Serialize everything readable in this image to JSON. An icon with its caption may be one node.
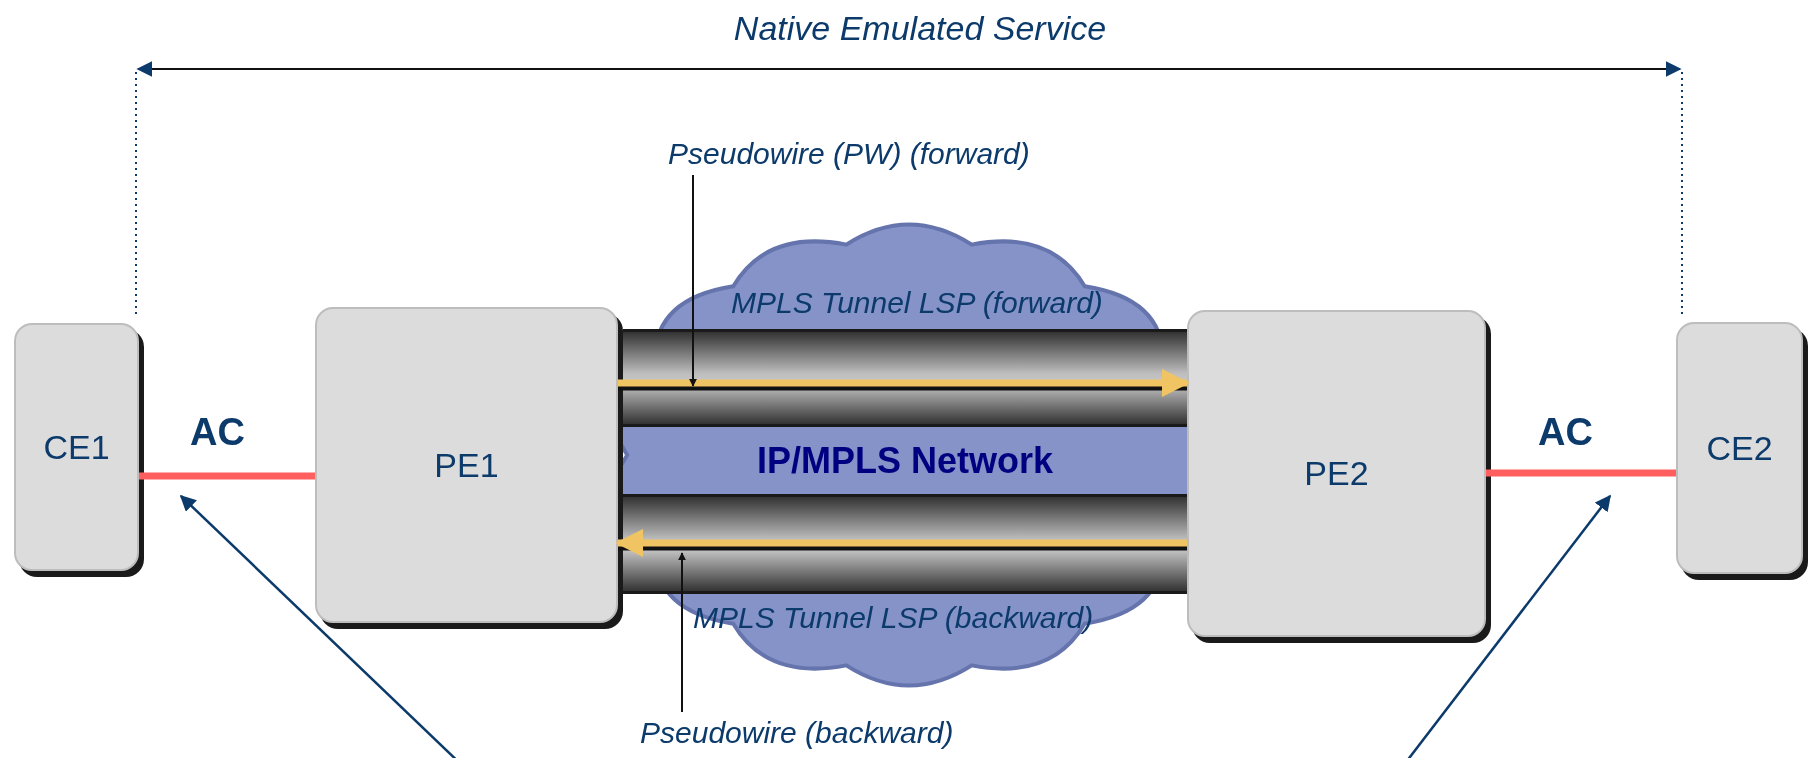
{
  "diagram": {
    "nodes": [
      {
        "text": [
          "CE1"
        ]
      },
      {
        "text": [
          "PE1"
        ]
      },
      {
        "text": [
          "PE2"
        ]
      },
      {
        "text": [
          "CE2"
        ]
      },
      {
        "text": [
          "Pseudowire (PW) (forward)"
        ]
      },
      {
        "text": [
          "Pseudowire (backward)"
        ]
      }
    ],
    "edges": [
      {
        "from": 0,
        "to": 1,
        "arrow": "none",
        "label": "AC",
        "color": "#ff5f5f"
      },
      {
        "from": 2,
        "to": 3,
        "arrow": "none",
        "label": "AC",
        "color": "#ff5f5f"
      },
      {
        "from": 1,
        "to": 2,
        "arrow": "to",
        "color": "#f0c462"
      },
      {
        "from": 2,
        "to": 1,
        "arrow": "to",
        "color": "#f0c462"
      },
      {
        "from": 4,
        "to": null,
        "arrow": "to",
        "color": "#111111"
      },
      {
        "from": 5,
        "to": null,
        "arrow": "to",
        "color": "#111111"
      }
    ],
    "labels": [
      "Native Emulated Service",
      "MPLS Tunnel LSP (forward)",
      "IP/MPLS Network",
      "MPLS Tunnel LSP (backward)"
    ]
  }
}
